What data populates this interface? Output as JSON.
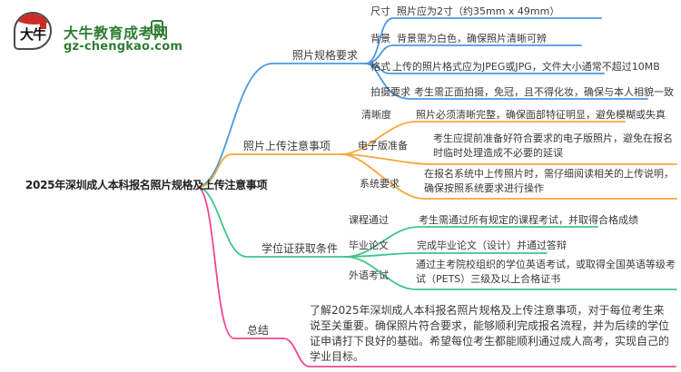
{
  "logo": {
    "title": "大牛教育成考网",
    "url": "gz-chengkao.com",
    "bubble_text": "大牛",
    "stamp_glyph": "章"
  },
  "colors": {
    "branch_specs": "#4c97e4",
    "branch_upload": "#f5a73b",
    "branch_degree": "#41c489",
    "branch_summary": "#f0478c",
    "logo_green": "#2e7d33",
    "logo_red": "#cc2b26"
  },
  "root": {
    "label": "2025年深圳成人本科报名照片规格及上传注意事项"
  },
  "branches": [
    {
      "label": "照片规格要求",
      "color": "#4c97e4",
      "children": [
        {
          "label": "尺寸",
          "desc": "照片应为2寸（约35mm x 49mm）"
        },
        {
          "label": "背景",
          "desc": "背景需为白色，确保照片清晰可辨"
        },
        {
          "label": "格式",
          "desc": "上传的照片格式应为JPEG或JPG，文件大小通常不超过10MB"
        },
        {
          "label": "拍摄要求",
          "desc": "考生需正面拍摄，免冠，且不得化妆，确保与本人相貌一致"
        }
      ]
    },
    {
      "label": "照片上传注意事项",
      "color": "#f5a73b",
      "children": [
        {
          "label": "清晰度",
          "desc": "照片必须清晰完整，确保面部特征明显，避免模糊或失真"
        },
        {
          "label": "电子版准备",
          "desc": "考生应提前准备好符合要求的电子版照片，避免在报名时临时处理造成不必要的延误"
        },
        {
          "label": "系统要求",
          "desc": "在报名系统中上传照片时，需仔细阅读相关的上传说明，确保按照系统要求进行操作"
        }
      ]
    },
    {
      "label": "学位证获取条件",
      "color": "#41c489",
      "children": [
        {
          "label": "课程通过",
          "desc": "考生需通过所有规定的课程考试，并取得合格成绩"
        },
        {
          "label": "毕业论文",
          "desc": "完成毕业论文（设计）并通过答辩"
        },
        {
          "label": "外语考试",
          "desc": "通过主考院校组织的学位英语考试，或取得全国英语等级考试（PETS）三级及以上合格证书"
        }
      ]
    },
    {
      "label": "总结",
      "color": "#f0478c",
      "summary": "了解2025年深圳成人本科报名照片规格及上传注意事项，对于每位考生来说至关重要。确保照片符合要求，能够顺利完成报名流程，并为后续的学位证申请打下良好的基础。希望每位考生都能顺利通过成人高考，实现自己的学业目标。"
    }
  ]
}
